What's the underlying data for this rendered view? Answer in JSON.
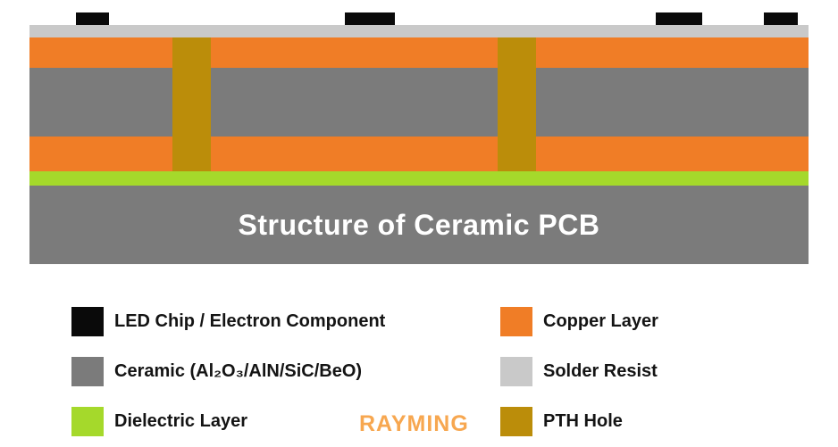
{
  "title": "Structure of Ceramic PCB",
  "watermark": "RAYMING",
  "colors": {
    "chip": "#0a0a0a",
    "solder_resist": "#c9c9c9",
    "copper": "#f07d26",
    "ceramic": "#7b7b7b",
    "dielectric": "#a5d92b",
    "pth": "#bb8d0a",
    "base": "#7b7b7b"
  },
  "legend": {
    "left": [
      {
        "label": "LED Chip / Electron Component",
        "color": "#0a0a0a"
      },
      {
        "label": "Ceramic (Al₂O₃/AlN/SiC/BeO)",
        "color": "#7b7b7b"
      },
      {
        "label": "Dielectric Layer",
        "color": "#a5d92b"
      }
    ],
    "right": [
      {
        "label": "Copper Layer",
        "color": "#f07d26"
      },
      {
        "label": "Solder Resist",
        "color": "#c9c9c9"
      },
      {
        "label": "PTH Hole",
        "color": "#bb8d0a"
      }
    ]
  }
}
